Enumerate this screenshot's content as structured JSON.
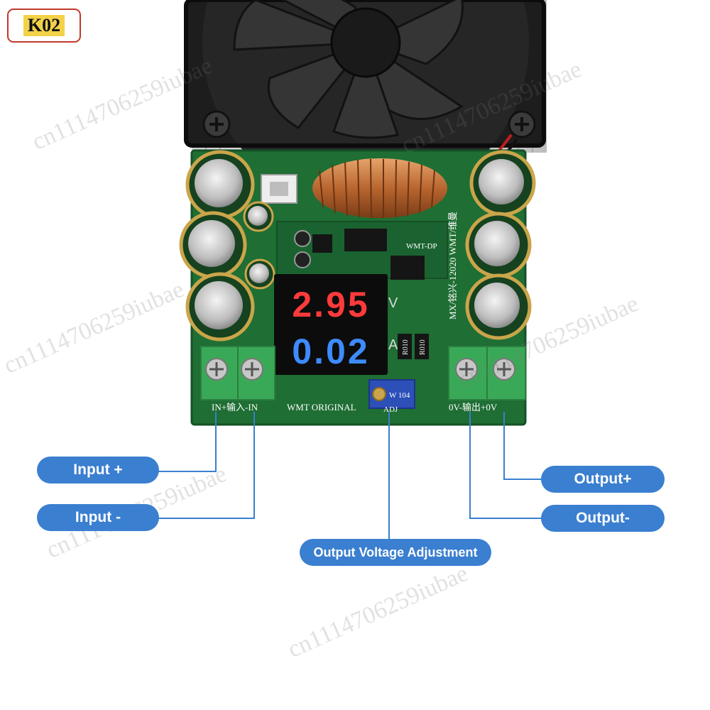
{
  "badge": {
    "label": "K02"
  },
  "display": {
    "voltage": "2.95",
    "current": "0.02",
    "voltage_unit": "V",
    "current_unit": "A"
  },
  "pcb": {
    "input_terminal_label": "IN+输入-IN",
    "brand_label": "WMT ORIGINAL",
    "output_terminal_label": "0V-输出+0V",
    "module_label": "WMT-DP",
    "model_label": "MX/铭兴-12020 WMT/维曼",
    "potentiometer_label": "W 104",
    "adj_label": "ADJ",
    "resistor_label_1": "R010",
    "resistor_label_2": "R010"
  },
  "callouts": {
    "input_plus": "Input +",
    "input_minus": "Input -",
    "output_plus": "Output+",
    "output_minus": "Output-",
    "voltage_adjust": "Output Voltage Adjustment"
  },
  "watermark": {
    "text": "cn1114706259iubae"
  },
  "colors": {
    "pcb_green": "#1f6e34",
    "pill_blue": "#3a7fd0",
    "display_red": "#ff3a3a",
    "display_blue": "#3d8bff",
    "badge_border": "#c0392b",
    "badge_fill": "#f3d24a"
  }
}
